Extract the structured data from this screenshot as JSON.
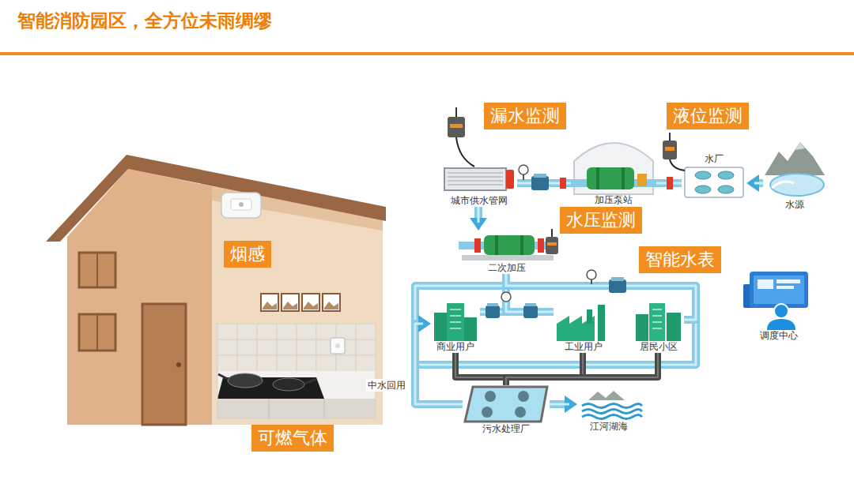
{
  "diagram": {
    "title": "智能消防园区，全方位未雨绸缪",
    "nodes": [
      {
        "text": [
          "漏水监测"
        ]
      },
      {
        "text": [
          "液位监测"
        ]
      },
      {
        "text": [
          "城市供水管网"
        ]
      },
      {
        "text": [
          "加压泵站"
        ]
      },
      {
        "text": [
          "水厂"
        ]
      },
      {
        "text": [
          "水源"
        ]
      },
      {
        "text": [
          "烟感"
        ]
      },
      {
        "text": [
          "水压监测"
        ]
      },
      {
        "text": [
          "二次加压"
        ]
      },
      {
        "text": [
          "智能水表"
        ]
      },
      {
        "text": [
          "商业用户"
        ]
      },
      {
        "text": [
          "工业用户"
        ]
      },
      {
        "text": [
          "居民小区"
        ]
      },
      {
        "text": [
          "调度中心"
        ]
      },
      {
        "text": [
          "可燃气体"
        ]
      },
      {
        "text": [
          "污水处理厂"
        ]
      },
      {
        "text": [
          "江河湖海"
        ]
      }
    ],
    "edges": [
      {
        "from": 5,
        "to": 4,
        "arrow": "to"
      },
      {
        "from": 4,
        "to": 3,
        "arrow": "none"
      },
      {
        "from": 3,
        "to": 2,
        "arrow": "none"
      },
      {
        "from": 2,
        "to": 8,
        "arrow": "to"
      },
      {
        "from": 8,
        "to": 10,
        "arrow": "none"
      },
      {
        "from": 8,
        "to": 11,
        "arrow": "none"
      },
      {
        "from": 8,
        "to": 12,
        "arrow": "none"
      },
      {
        "from": 10,
        "to": 15,
        "arrow": "none"
      },
      {
        "from": 11,
        "to": 15,
        "arrow": "none"
      },
      {
        "from": 12,
        "to": 15,
        "arrow": "none"
      },
      {
        "from": 15,
        "to": 16,
        "arrow": "to"
      },
      {
        "from": 15,
        "to": 10,
        "arrow": "to",
        "label": "中水回用"
      }
    ]
  }
}
